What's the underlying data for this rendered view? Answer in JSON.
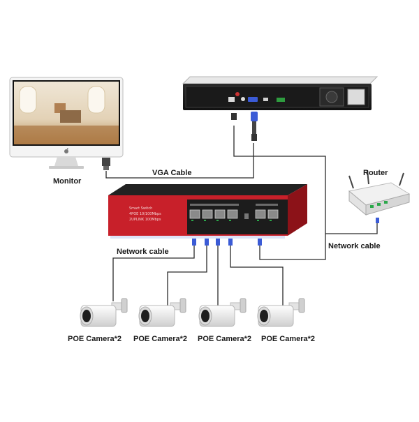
{
  "labels": {
    "monitor": "Monitor",
    "vga_cable": "VGA Cable",
    "router": "Router",
    "network_cable_left": "Network cable",
    "network_cable_right": "Network cable",
    "cameras": [
      "POE Camera*2",
      "POE Camera*2",
      "POE Camera*2",
      "POE Camera*2"
    ]
  },
  "switch": {
    "line1": "Smart Switch",
    "line2": "4POE 10/100Mbps",
    "line3": "2UPLINK 100Mbps"
  },
  "colors": {
    "switch_red": "#c8202a",
    "switch_black": "#1c1c1c",
    "cable": "#222222",
    "connector_blue": "#3b5bd6"
  }
}
